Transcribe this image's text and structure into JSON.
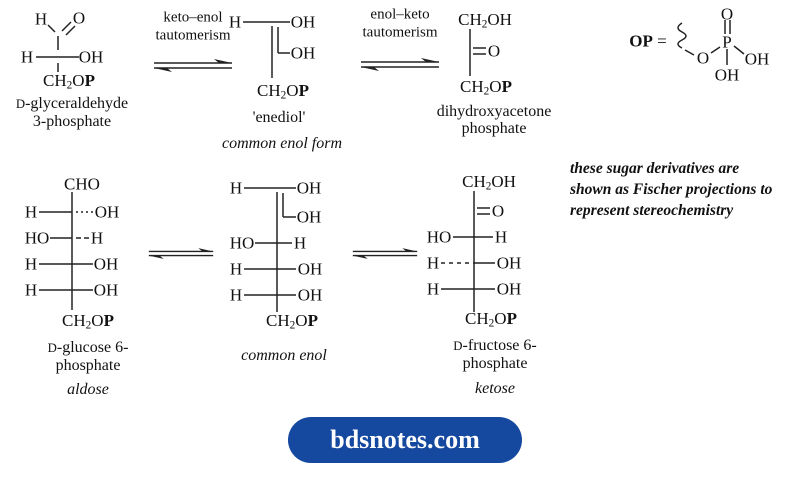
{
  "colors": {
    "ink": "#111111",
    "bond": "#222222",
    "badge_bg": "#15489f",
    "badge_text": "#ffffff"
  },
  "symbols": {
    "h": "H",
    "o": "O",
    "oh": "OH",
    "ho": "HO",
    "p": "P",
    "cho": "CHO",
    "ch2op": [
      {
        "t": "CH"
      },
      {
        "t": "2",
        "s": "sub"
      },
      {
        "t": "O"
      },
      {
        "t": "P",
        "s": "b"
      }
    ],
    "ch2oh": [
      {
        "t": "CH"
      },
      {
        "t": "2",
        "s": "sub"
      },
      {
        "t": "OH"
      }
    ]
  },
  "structures": {
    "glyceraldehyde": {
      "name_line1": [
        {
          "t": "D",
          "s": "sc"
        },
        {
          "t": "-glyceraldehyde"
        }
      ],
      "name_line2": "3-phosphate"
    },
    "enediol": {
      "name": "'enediol'",
      "note": "common enol form"
    },
    "dhap": {
      "name_line1": "dihydroxyacetone",
      "name_line2": "phosphate"
    },
    "glucose": {
      "name_line1": [
        {
          "t": "D",
          "s": "sc"
        },
        {
          "t": "-glucose 6-"
        }
      ],
      "name_line2": "phosphate",
      "class_note": "aldose"
    },
    "common_enol": {
      "note": "common enol"
    },
    "fructose": {
      "name_line1": [
        {
          "t": "D",
          "s": "sc"
        },
        {
          "t": "-fructose 6-"
        }
      ],
      "name_line2": "phosphate",
      "class_note": "ketose"
    }
  },
  "reactions": {
    "keto_enol": {
      "line1": "keto–enol",
      "line2": "tautomerism"
    },
    "enol_keto": {
      "line1": "enol–keto",
      "line2": "tautomerism"
    }
  },
  "op_definition": {
    "lhs": [
      {
        "t": "OP",
        "s": "b"
      },
      {
        "t": " ="
      }
    ]
  },
  "stereo_note": {
    "line1": "these sugar derivatives are",
    "line2": "shown as Fischer projections to",
    "line3": "represent stereochemistry"
  },
  "badge": {
    "text": "bdsnotes.com"
  }
}
